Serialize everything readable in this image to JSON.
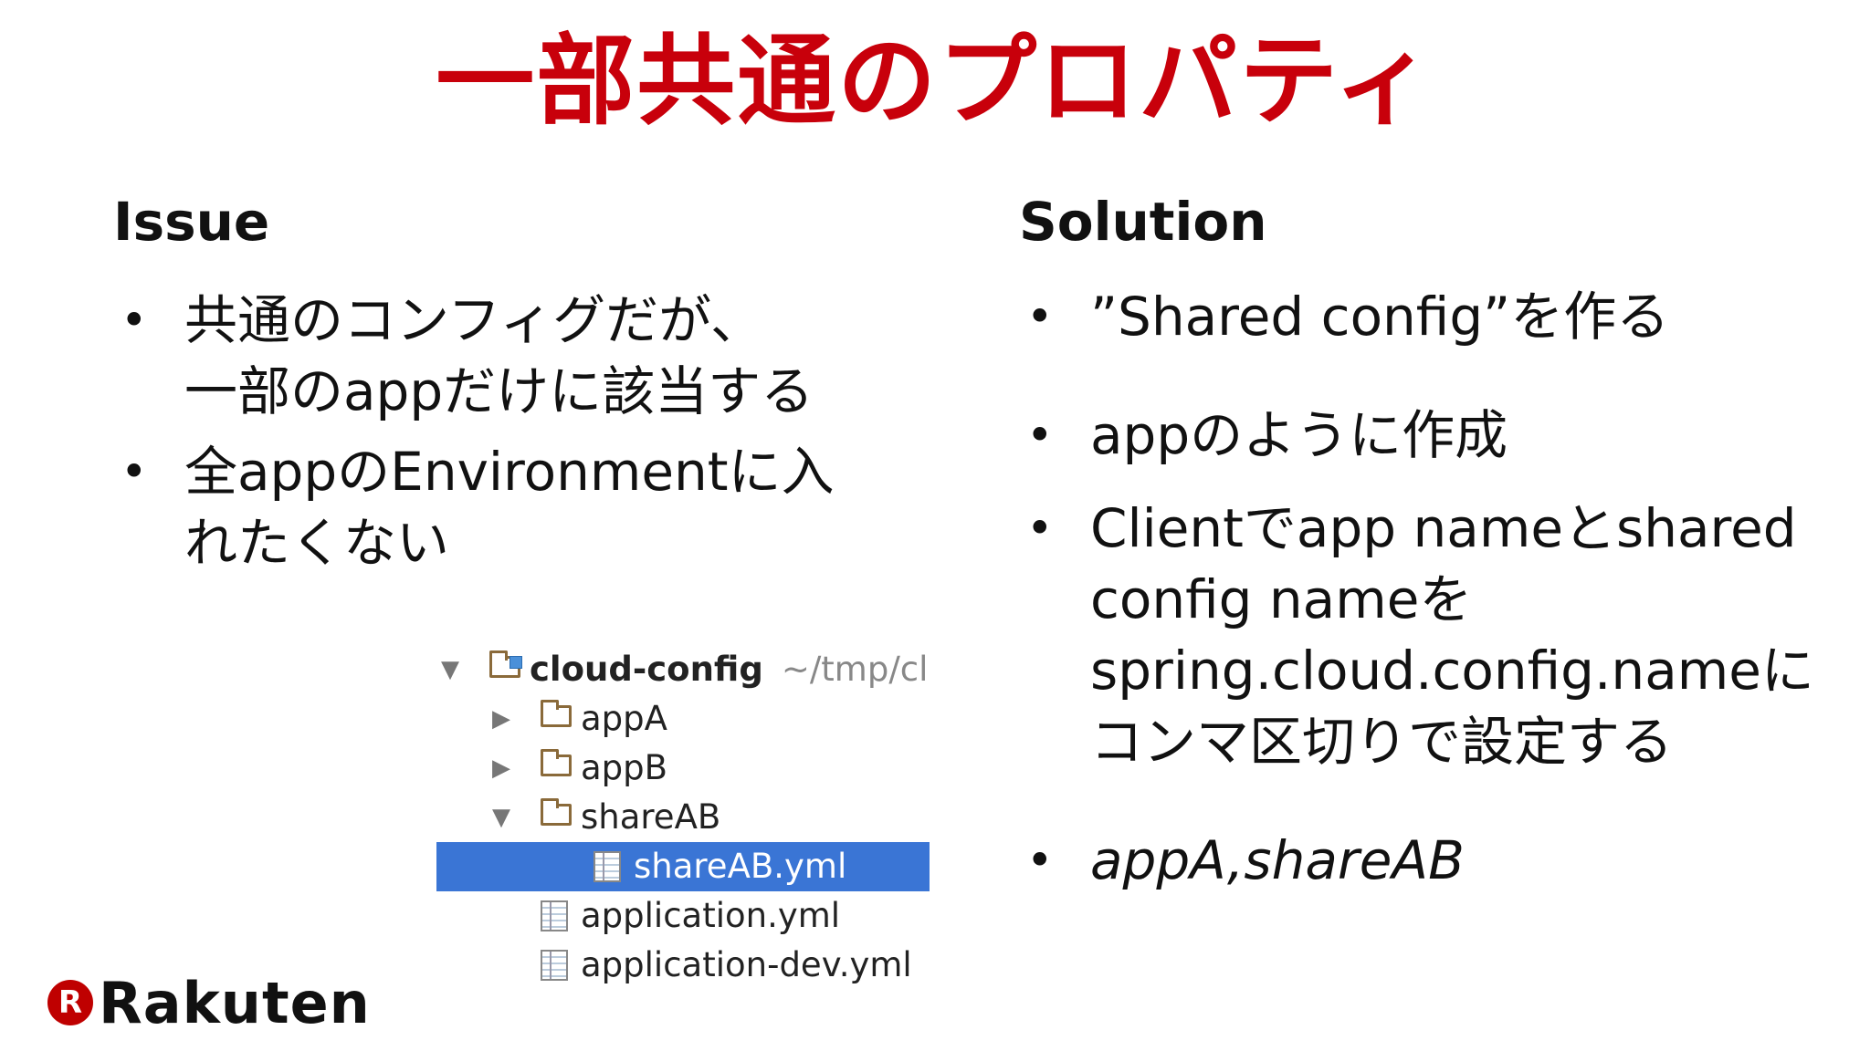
{
  "slide": {
    "title": "一部共通のプロパティ",
    "issue": {
      "heading": "Issue",
      "bullets": [
        [
          "共通のコンフィグだが、",
          "一部のappだけに該当する"
        ],
        [
          "全appのEnvironmentに入",
          "れたくない"
        ]
      ]
    },
    "solution": {
      "heading": "Solution",
      "bullets": [
        [
          "”Shared config”を作る"
        ],
        [
          "appのように作成"
        ],
        [
          "Clientでapp nameとshared",
          "config nameを",
          "spring.cloud.config.nameに",
          "コンマ区切りで設定する"
        ],
        [
          "appA,shareAB"
        ]
      ]
    },
    "tree": {
      "rows": [
        {
          "label": "cloud-config",
          "path": "~/tmp/cl",
          "arrow": "▼"
        },
        {
          "label": "appA",
          "arrow": "▶"
        },
        {
          "label": "appB",
          "arrow": "▶"
        },
        {
          "label": "shareAB",
          "arrow": "▼"
        },
        {
          "label": "shareAB.yml"
        },
        {
          "label": "application.yml"
        },
        {
          "label": "application-dev.yml"
        }
      ]
    },
    "logo": {
      "mark": "R",
      "text": "Rakuten"
    }
  },
  "colors": {
    "title": "#c8000b",
    "selection": "#3a75d5",
    "brand": "#bf0000"
  }
}
